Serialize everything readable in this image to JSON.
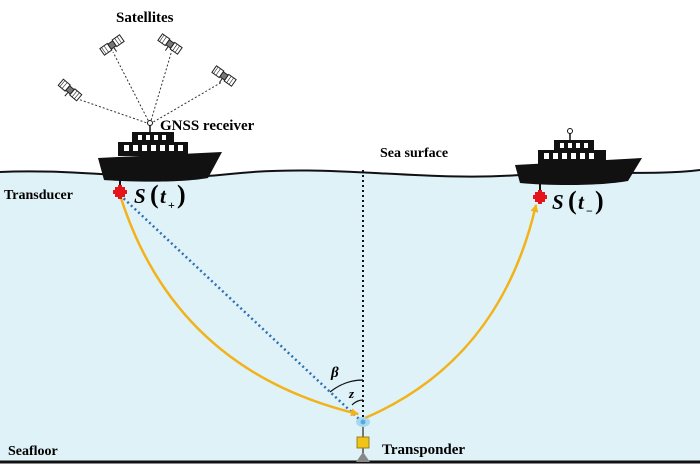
{
  "labels": {
    "satellites": "Satellites",
    "gnss_receiver": "GNSS receiver",
    "sea_surface": "Sea surface",
    "transducer": "Transducer",
    "transponder": "Transponder",
    "seafloor": "Seafloor",
    "beta": "β",
    "z": "z"
  },
  "formulas": {
    "left_s": "S",
    "left_t": "t",
    "left_sub": "+",
    "right_s": "S",
    "right_t": "t",
    "right_sub": "−"
  },
  "colors": {
    "sea": "#dff2f8",
    "ray": "#f2b21a",
    "line_of_sight": "#2f6fb3",
    "transducer": "#e5141b",
    "transponder": "#f0c419",
    "hull": "#111111"
  },
  "icons": [
    "satellite-icon",
    "ship-icon",
    "transducer-icon",
    "transponder-icon"
  ]
}
